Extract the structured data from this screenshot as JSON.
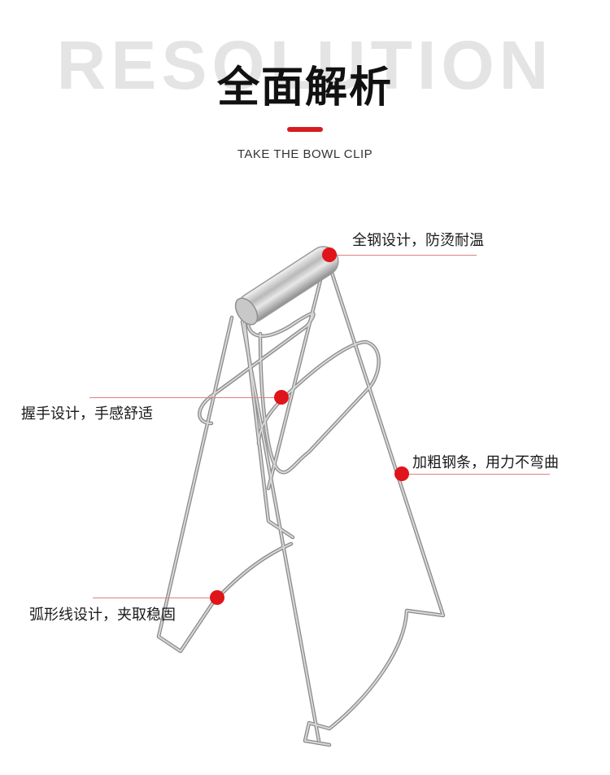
{
  "header": {
    "background_word": "RESOLUTION",
    "title": "全面解析",
    "subtitle": "TAKE THE BOWL CLIP",
    "accent_color": "#d71c1f"
  },
  "callouts": [
    {
      "label": "全钢设计，防烫耐温"
    },
    {
      "label": "握手设计，手感舒适"
    },
    {
      "label": "加粗钢条，用力不弯曲"
    },
    {
      "label": "弧形线设计，夹取稳固"
    }
  ],
  "product": {
    "name": "bowl-clip-image"
  }
}
